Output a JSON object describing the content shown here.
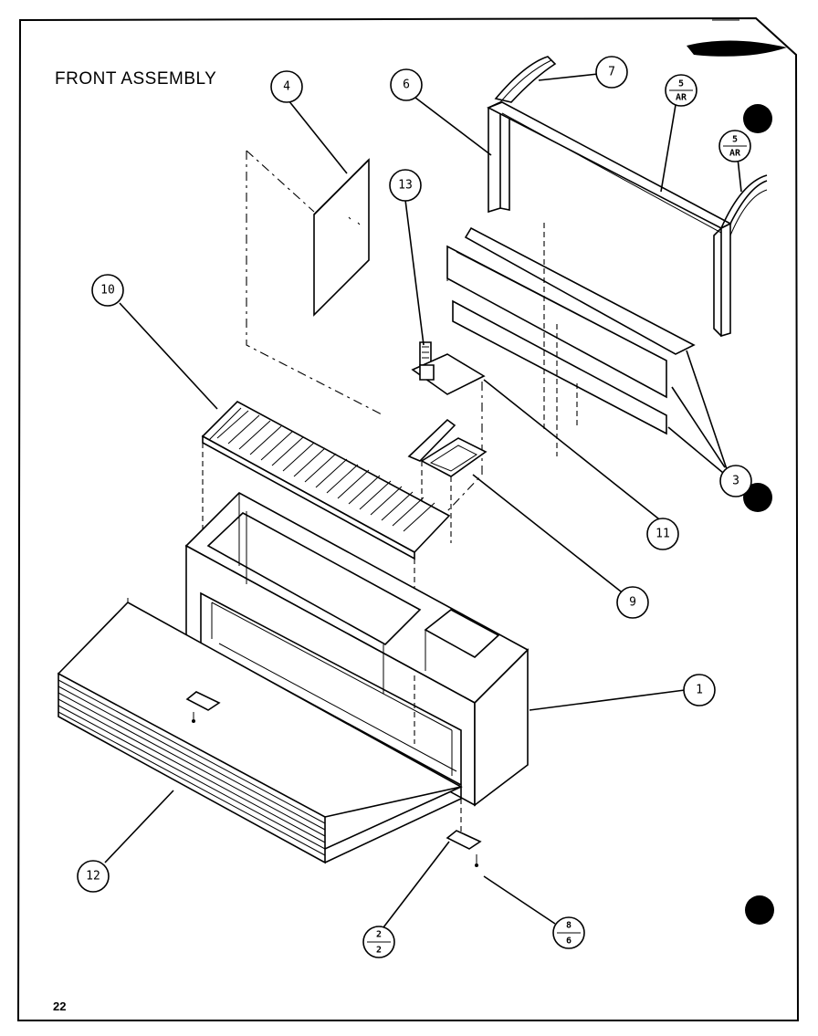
{
  "title": "FRONT ASSEMBLY",
  "page_number": "22",
  "callouts": [
    {
      "id": "c1",
      "label": "1"
    },
    {
      "id": "c2",
      "top": "2",
      "bottom": "2"
    },
    {
      "id": "c3",
      "label": "3"
    },
    {
      "id": "c4",
      "label": "4"
    },
    {
      "id": "c5a",
      "top": "5",
      "bottom": "AR"
    },
    {
      "id": "c5b",
      "top": "5",
      "bottom": "AR"
    },
    {
      "id": "c6",
      "label": "6"
    },
    {
      "id": "c7",
      "label": "7"
    },
    {
      "id": "c8",
      "top": "8",
      "bottom": "6"
    },
    {
      "id": "c9",
      "label": "9"
    },
    {
      "id": "c10",
      "label": "10"
    },
    {
      "id": "c11",
      "label": "11"
    },
    {
      "id": "c12",
      "label": "12"
    },
    {
      "id": "c13",
      "label": "13"
    }
  ]
}
